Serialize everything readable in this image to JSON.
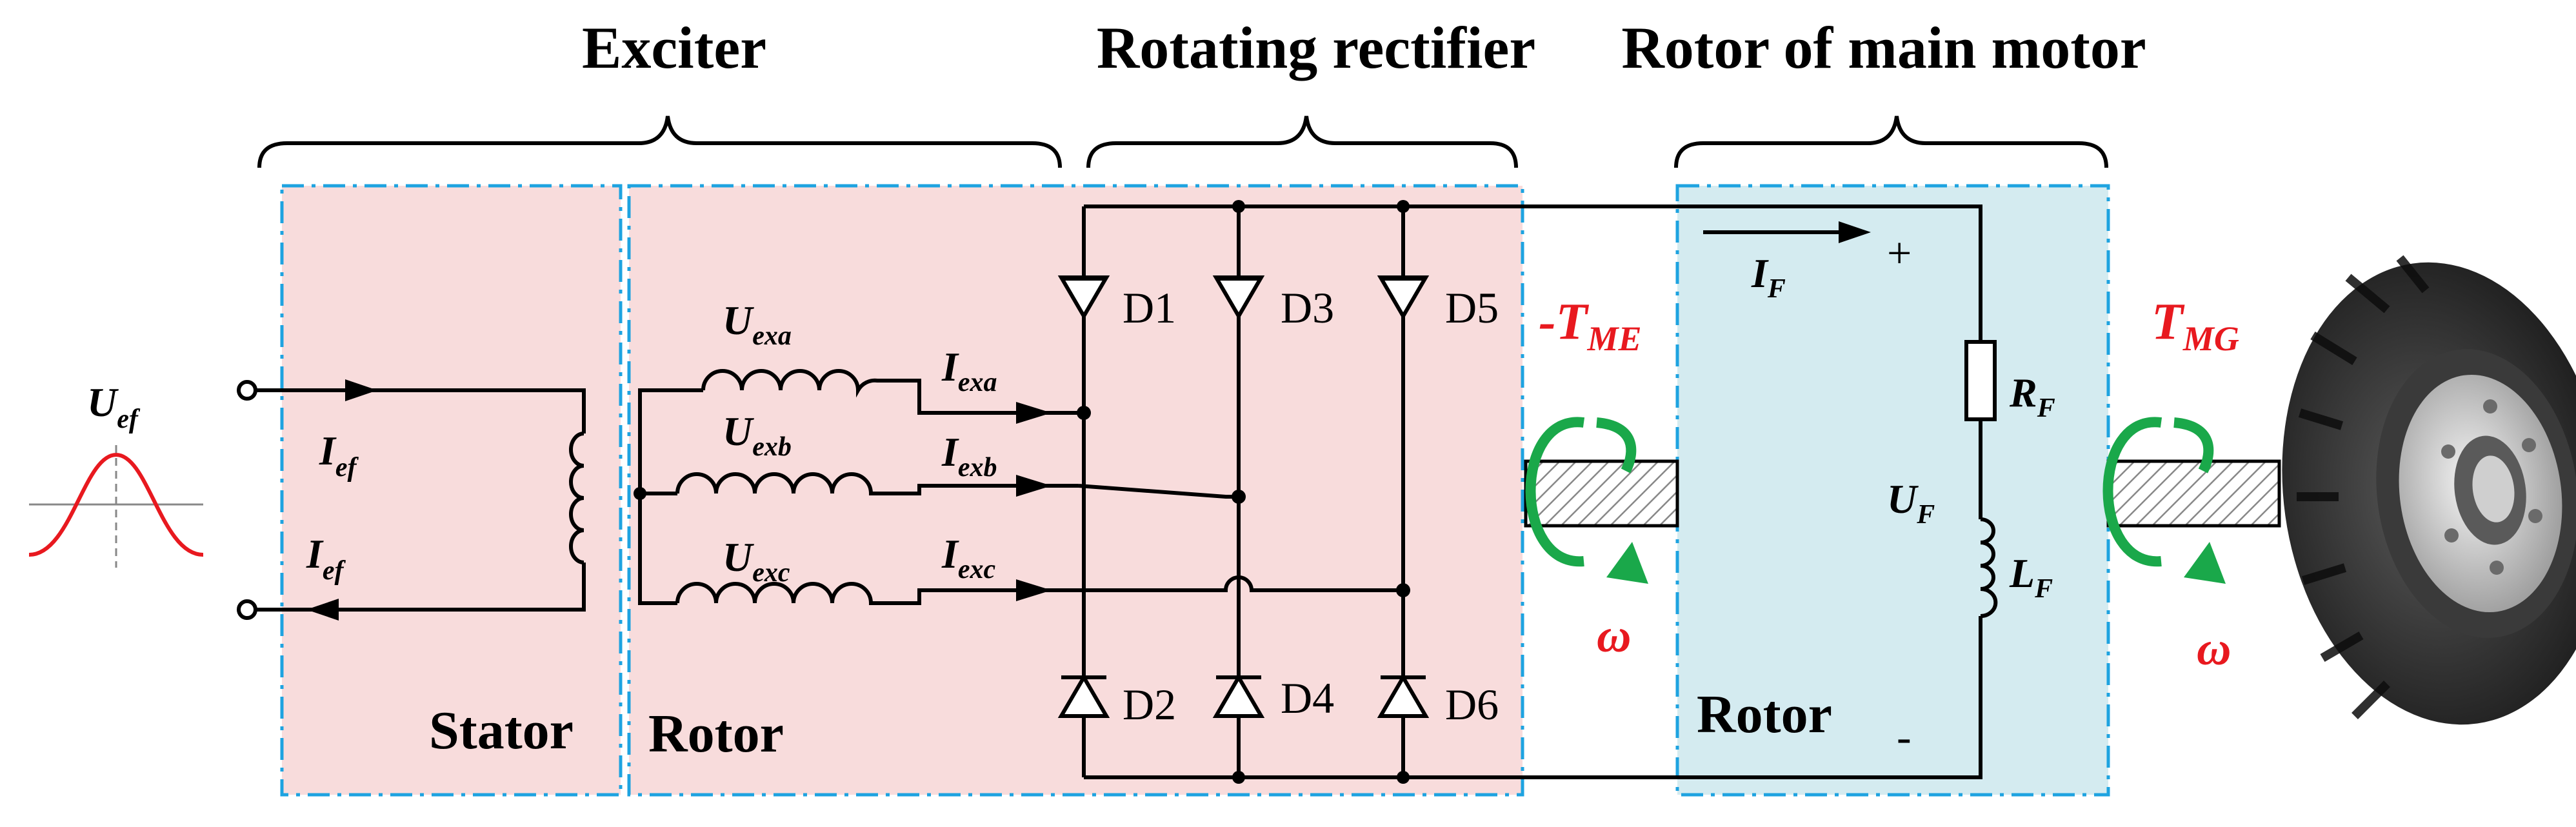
{
  "headers": {
    "exciter": "Exciter",
    "rectifier": "Rotating rectifier",
    "rotor_main": "Rotor of main motor"
  },
  "regions": {
    "stator": "Stator",
    "rotor": "Rotor",
    "rotor2": "Rotor"
  },
  "diodes": [
    "D1",
    "D3",
    "D5",
    "D2",
    "D4",
    "D6"
  ],
  "signs": {
    "plus": "+",
    "minus": "-"
  },
  "vars": {
    "Uef_m": "U",
    "Uef_s": "ef",
    "Ief_m": "I",
    "Ief_s": "ef",
    "Uexa_m": "U",
    "Uexa_s": "exa",
    "Uexb_m": "U",
    "Uexb_s": "exb",
    "Uexc_m": "U",
    "Uexc_s": "exc",
    "Iexa_m": "I",
    "Iexa_s": "exa",
    "Iexb_m": "I",
    "Iexb_s": "exb",
    "Iexc_m": "I",
    "Iexc_s": "exc",
    "IF_m": "I",
    "IF_s": "F",
    "RF_m": "R",
    "RF_s": "F",
    "UF_m": "U",
    "UF_s": "F",
    "LF_m": "L",
    "LF_s": "F",
    "TME_m": "-T",
    "TME_s": "ME",
    "TMG_m": "T",
    "TMG_s": "MG",
    "omega": "ω"
  },
  "colors": {
    "exciter_fill": "#f8dcdc",
    "rotor_fill": "#d4ebf0",
    "box_border": "#1ea3e0",
    "arrow_green": "#1aa84a",
    "accent_red": "#e8191f"
  }
}
